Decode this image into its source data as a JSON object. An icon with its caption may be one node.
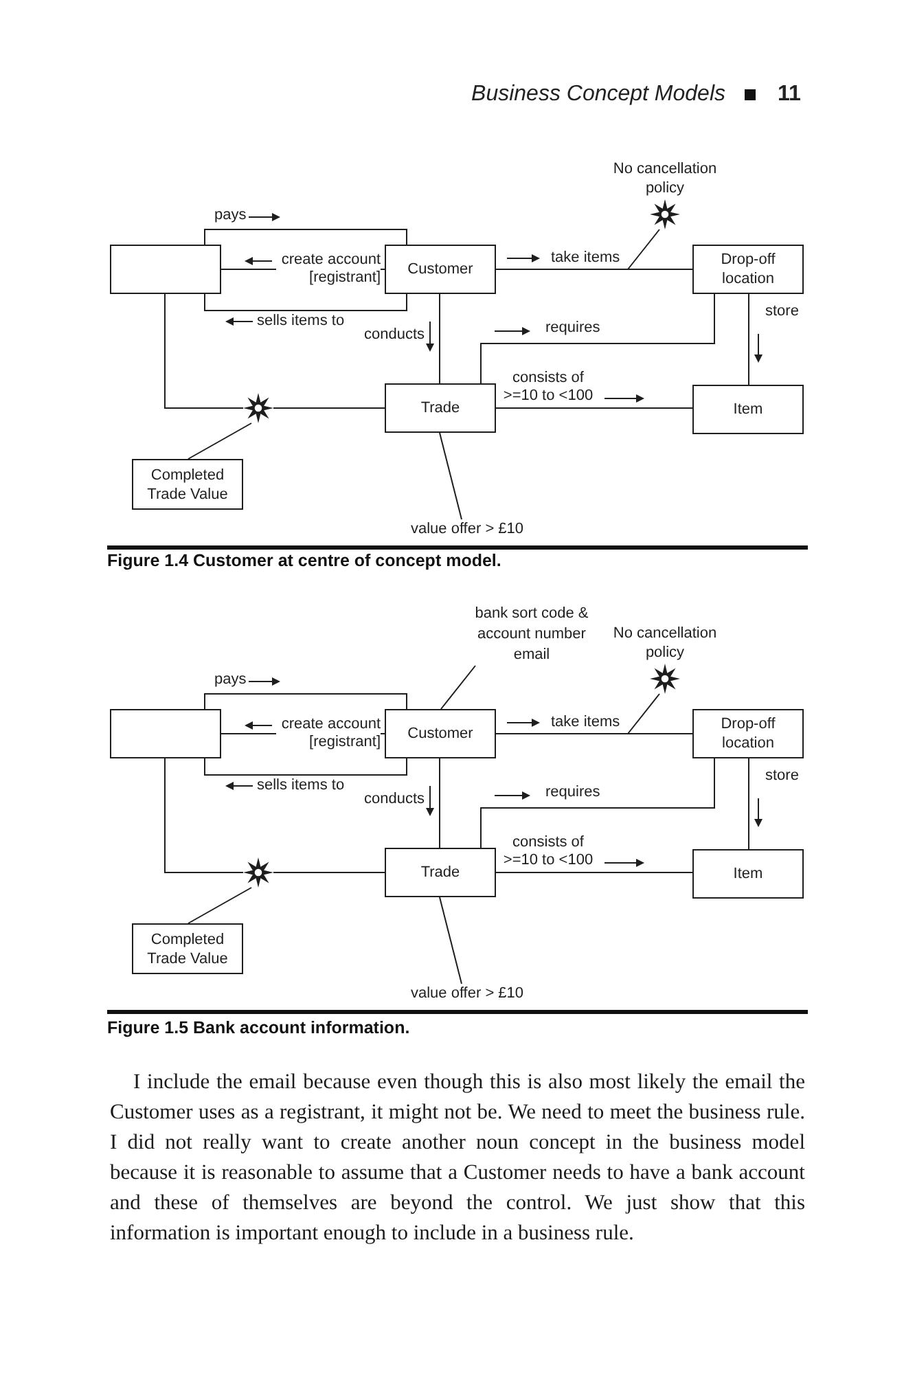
{
  "diagram": {
    "nodes": [
      {
        "text": [],
        "shape": "star",
        "beside": [
          "No cancellation policy"
        ]
      },
      {
        "text": [],
        "shape": "box"
      },
      {
        "text": [
          "Customer"
        ]
      },
      {
        "text": [
          "Drop-off location"
        ]
      },
      {
        "text": [],
        "shape": "star"
      },
      {
        "text": [
          "Trade"
        ]
      },
      {
        "text": [
          "Item"
        ]
      },
      {
        "text": [
          "Completed Trade Value"
        ]
      },
      {
        "text": [
          "value offer > £10"
        ]
      },
      {
        "text": [
          "bank sort code & account number email"
        ]
      },
      {
        "text": [],
        "shape": "star",
        "beside": [
          "No cancellation policy"
        ]
      },
      {
        "text": [],
        "shape": "box"
      },
      {
        "text": [
          "Customer"
        ]
      },
      {
        "text": [
          "Drop-off location"
        ]
      },
      {
        "text": [],
        "shape": "star"
      },
      {
        "text": [
          "Trade"
        ]
      },
      {
        "text": [
          "Item"
        ]
      },
      {
        "text": [
          "Completed Trade Value"
        ]
      },
      {
        "text": [
          "value offer > £10"
        ]
      }
    ],
    "edges": [
      {
        "from": 1,
        "to": 2,
        "arrow": "none",
        "label": "pays"
      },
      {
        "from": 2,
        "to": 1,
        "arrow": "none",
        "label": "create account [registrant]"
      },
      {
        "from": 2,
        "to": 1,
        "arrow": "none",
        "label": "sells items to"
      },
      {
        "from": 2,
        "to": 3,
        "arrow": "none",
        "label": "take items"
      },
      {
        "from": 0,
        "to": null,
        "arrow": "none"
      },
      {
        "from": 2,
        "to": 5,
        "arrow": "none",
        "label": "conducts"
      },
      {
        "from": 5,
        "to": 3,
        "arrow": "none",
        "label": "requires"
      },
      {
        "from": 3,
        "to": 6,
        "arrow": "none",
        "label": "store"
      },
      {
        "from": 5,
        "to": 6,
        "arrow": "none",
        "label": "consists of >=10 to <100"
      },
      {
        "from": 1,
        "to": 4,
        "arrow": "none"
      },
      {
        "from": 4,
        "to": 5,
        "arrow": "none"
      },
      {
        "from": 7,
        "to": 4,
        "arrow": "none"
      },
      {
        "from": 8,
        "to": 5,
        "arrow": "none"
      },
      {
        "from": 11,
        "to": 12,
        "arrow": "none",
        "label": "pays"
      },
      {
        "from": 12,
        "to": 11,
        "arrow": "none",
        "label": "create account [registrant]"
      },
      {
        "from": 12,
        "to": 11,
        "arrow": "none",
        "label": "sells items to"
      },
      {
        "from": 12,
        "to": 13,
        "arrow": "none",
        "label": "take items"
      },
      {
        "from": 10,
        "to": null,
        "arrow": "none"
      },
      {
        "from": 12,
        "to": 15,
        "arrow": "none",
        "label": "conducts"
      },
      {
        "from": 15,
        "to": 13,
        "arrow": "none",
        "label": "requires"
      },
      {
        "from": 13,
        "to": 16,
        "arrow": "none",
        "label": "store"
      },
      {
        "from": 15,
        "to": 16,
        "arrow": "none",
        "label": "consists of >=10 to <100"
      },
      {
        "from": 11,
        "to": 14,
        "arrow": "none"
      },
      {
        "from": 14,
        "to": 15,
        "arrow": "none"
      },
      {
        "from": 17,
        "to": 14,
        "arrow": "none"
      },
      {
        "from": 18,
        "to": 15,
        "arrow": "none"
      },
      {
        "from": 9,
        "to": 12,
        "arrow": "none"
      }
    ],
    "labels": [
      "Business Concept Models",
      "11",
      "Figure 1.4 Customer at centre of concept model.",
      "Figure 1.5 Bank account information.",
      "I include the email because even though this is also most likely the email the Customer uses as a registrant, it might not be. We need to meet the business rule. I did not really want to create another noun concept in the business model because it is reasonable to assume that a Customer needs to have a bank account and these of themselves are beyond the control. We just show that this information is important enough to include in a business rule."
    ]
  }
}
